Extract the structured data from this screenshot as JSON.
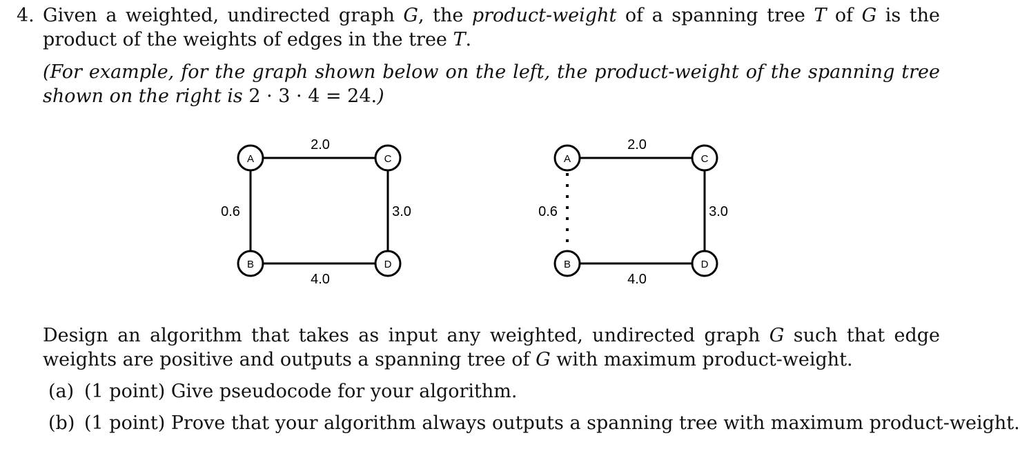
{
  "problem": {
    "number": "4.",
    "intro": {
      "p1": "Given a weighted, undirected graph ",
      "G1": "G",
      "p2": ", the ",
      "term1": "product-weight",
      "p3": " of a spanning tree ",
      "T1": "T",
      "p4": " of ",
      "G2": "G",
      "p5": " is the product of the weights of edges in the tree ",
      "T2": "T",
      "p6": "."
    },
    "example": {
      "p1": "(For example, for the graph shown below on the left, the product-weight of the spanning tree shown on the right is ",
      "expr": "2 · 3 · 4 = 24.",
      "p2": ")"
    },
    "task": {
      "p1": "Design an algorithm that takes as input any weighted, undirected graph ",
      "G": "G",
      "p2": " such that edge weights are positive and outputs a spanning tree of ",
      "G2": "G",
      "p3": " with maximum product-weight."
    },
    "parts": [
      {
        "label": "(a)",
        "text": "(1 point)  Give pseudocode for your algorithm."
      },
      {
        "label": "(b)",
        "text": "(1 point)  Prove that your algorithm always outputs a spanning tree with maximum product-weight."
      }
    ]
  },
  "figures": {
    "left_graph": {
      "nodes": {
        "A": "A",
        "B": "B",
        "C": "C",
        "D": "D"
      },
      "edges": {
        "AC": "2.0",
        "AB": "0.6",
        "CD": "3.0",
        "BD": "4.0"
      }
    },
    "right_tree": {
      "nodes": {
        "A": "A",
        "B": "B",
        "C": "C",
        "D": "D"
      },
      "edges": {
        "AC": "2.0",
        "AB": "0.6",
        "CD": "3.0",
        "BD": "4.0"
      },
      "excluded_edge": "AB"
    }
  }
}
